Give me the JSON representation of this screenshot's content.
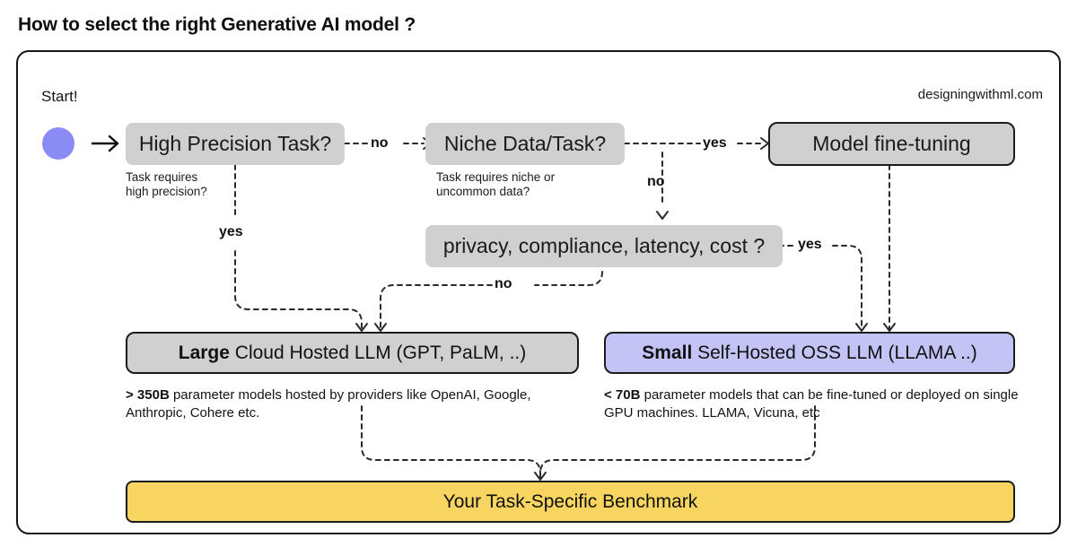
{
  "page": {
    "title": "How to select the right Generative AI model ?",
    "watermark": "designingwithml.com",
    "start_label": "Start!"
  },
  "colors": {
    "start_dot": "#8b8bf5",
    "grey_node": "#d0d0d0",
    "purple_node": "#c3c3f5",
    "yellow_node": "#f7d560",
    "border": "#1c1c1c",
    "text": "#111111"
  },
  "nodes": {
    "high_precision": {
      "label": "High Precision Task?",
      "note": "Task requires\nhigh precision?",
      "note_line1": "Task requires",
      "note_line2": "high precision?"
    },
    "niche_data": {
      "label": "Niche Data/Task?",
      "note_line1": "Task requires niche or",
      "note_line2": "uncommon data?"
    },
    "fine_tuning": {
      "label": "Model fine-tuning"
    },
    "privacy": {
      "label": "privacy, compliance, latency, cost ?"
    },
    "large_llm": {
      "label_bold": "Large",
      "label_rest": " Cloud Hosted  LLM (GPT, PaLM, ..)",
      "caption_bold": "> 350B",
      "caption_rest": " parameter models hosted by providers like OpenAI, Google, Anthropic, Cohere etc."
    },
    "small_llm": {
      "label_bold": "Small",
      "label_rest": " Self-Hosted OSS LLM (LLAMA ..)",
      "caption_bold": "< 70B",
      "caption_rest": " parameter models that can be fine-tuned or deployed on single GPU machines. LLAMA, Vicuna, etc"
    },
    "benchmark": {
      "label": "Your Task-Specific Benchmark"
    }
  },
  "edge_labels": {
    "precision_no": "no",
    "precision_yes": "yes",
    "niche_yes": "yes",
    "niche_no": "no",
    "privacy_yes": "yes",
    "privacy_no": "no"
  },
  "chart_data": {
    "type": "diagram",
    "title": "How to select the right Generative AI model ?",
    "diagram_kind": "decision-flowchart",
    "steps": [
      {
        "id": "start",
        "shape": "circle",
        "label": "Start!"
      },
      {
        "id": "high_precision",
        "shape": "rounded-rect",
        "label": "High Precision Task?"
      },
      {
        "id": "niche_data",
        "shape": "rounded-rect",
        "label": "Niche Data/Task?"
      },
      {
        "id": "fine_tuning",
        "shape": "rounded-rect-bordered",
        "label": "Model fine-tuning"
      },
      {
        "id": "privacy",
        "shape": "rounded-rect",
        "label": "privacy, compliance, latency, cost ?"
      },
      {
        "id": "large_llm",
        "shape": "rounded-rect-bordered",
        "label": "Large Cloud Hosted  LLM (GPT, PaLM, ..)"
      },
      {
        "id": "small_llm",
        "shape": "rounded-rect-bordered",
        "label": "Small Self-Hosted OSS LLM (LLAMA ..)"
      },
      {
        "id": "benchmark",
        "shape": "rounded-rect-bordered",
        "label": "Your Task-Specific Benchmark"
      }
    ],
    "edges": [
      {
        "from": "start",
        "to": "high_precision",
        "label": ""
      },
      {
        "from": "high_precision",
        "to": "niche_data",
        "label": "no"
      },
      {
        "from": "high_precision",
        "to": "large_llm",
        "label": "yes"
      },
      {
        "from": "niche_data",
        "to": "fine_tuning",
        "label": "yes"
      },
      {
        "from": "niche_data",
        "to": "privacy",
        "label": "no"
      },
      {
        "from": "privacy",
        "to": "small_llm",
        "label": "yes"
      },
      {
        "from": "privacy",
        "to": "large_llm",
        "label": "no"
      },
      {
        "from": "fine_tuning",
        "to": "small_llm",
        "label": ""
      },
      {
        "from": "large_llm",
        "to": "benchmark",
        "label": ""
      },
      {
        "from": "small_llm",
        "to": "benchmark",
        "label": ""
      }
    ]
  }
}
